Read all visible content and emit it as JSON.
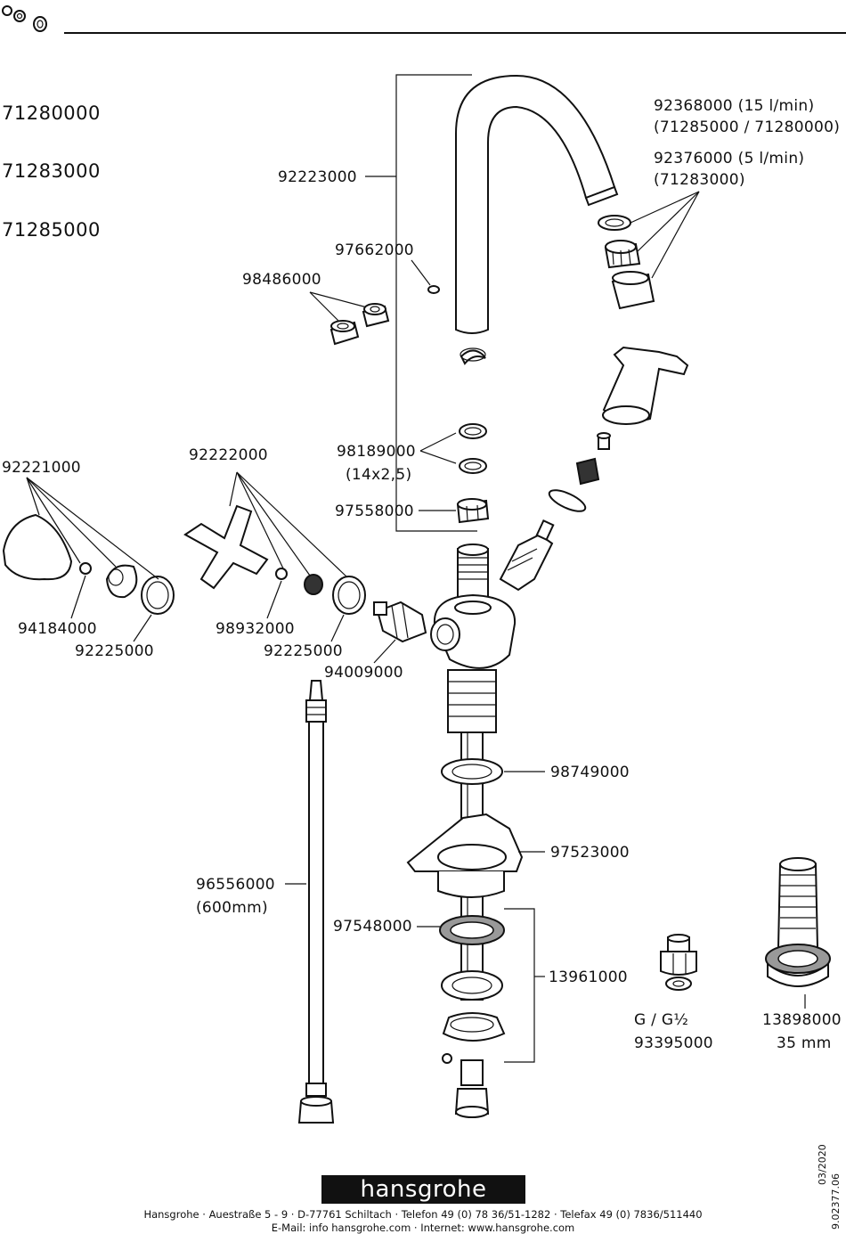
{
  "models": [
    "71280000",
    "71283000",
    "71285000"
  ],
  "parts": {
    "spout": "92223000",
    "aerator_15": "92368000 (15 l/min)",
    "aerator_15_models": "(71285000 / 71280000)",
    "aerator_5": "92376000 (5 l/min)",
    "aerator_5_models": "(71283000)",
    "screw_small": "97662000",
    "nuts": "98486000",
    "orings": "98189000",
    "orings_size": "(14x2,5)",
    "clip": "97558000",
    "handle_lever": "92221000",
    "handle_cross": "92222000",
    "screw_lever": "94184000",
    "ring_lever": "92225000",
    "screw_cross": "98932000",
    "ring_cross": "92225000",
    "cartridge": "94009000",
    "hose": "96556000",
    "hose_length": "(600mm)",
    "washer": "98749000",
    "plate": "97523000",
    "gasket": "97548000",
    "mount_set": "13961000",
    "adapter_thread": "G    / G½",
    "adapter": "93395000",
    "extension": "13898000",
    "extension_length": "35 mm"
  },
  "footer": {
    "brand": "hansgrohe",
    "address": "Hansgrohe · Auestraße 5 - 9 · D-77761 Schiltach · Telefon  49 (0)  78 36/51-1282 · Telefax  49 (0)  7836/511440",
    "contact": "E-Mail: info   hansgrohe.com · Internet: www.hansgrohe.com",
    "date": "03/2020",
    "doc_no": "9.02377.06"
  }
}
